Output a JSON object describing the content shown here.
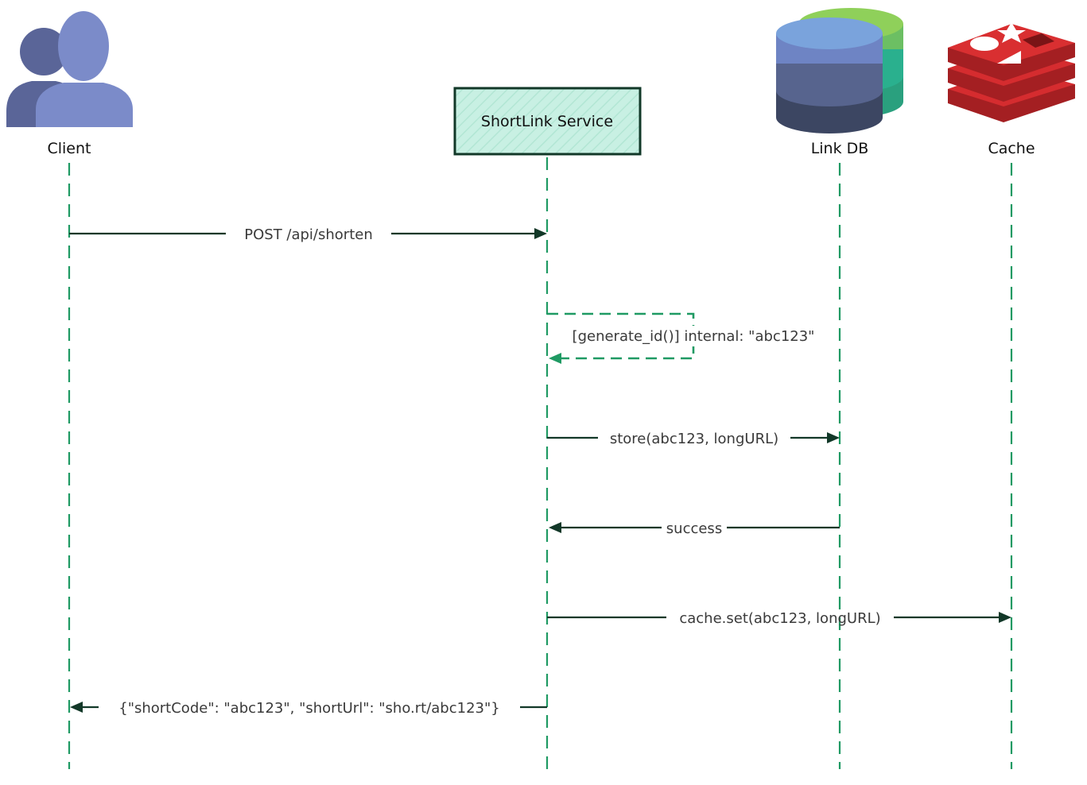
{
  "participants": {
    "client": "Client",
    "service": "ShortLink Service",
    "db": "Link DB",
    "cache": "Cache"
  },
  "messages": {
    "m1": "POST /api/shorten",
    "m2": "[generate_id()] internal: \"abc123\"",
    "m3": "store(abc123, longURL)",
    "m4": "success",
    "m5": "cache.set(abc123, longURL)",
    "m6": "{\"shortCode\": \"abc123\", \"shortUrl\": \"sho.rt/abc123\"}"
  },
  "icons": {
    "client": "users-icon",
    "db": "database-icon",
    "cache": "redis-icon"
  },
  "colors": {
    "lifeline": "#1f9a63",
    "arrow": "#123828",
    "service_fill": "#c8f0e3",
    "service_border": "#123828",
    "user_front": "#7b8bc9",
    "user_back": "#5a6598",
    "redis": "#c4282b"
  }
}
